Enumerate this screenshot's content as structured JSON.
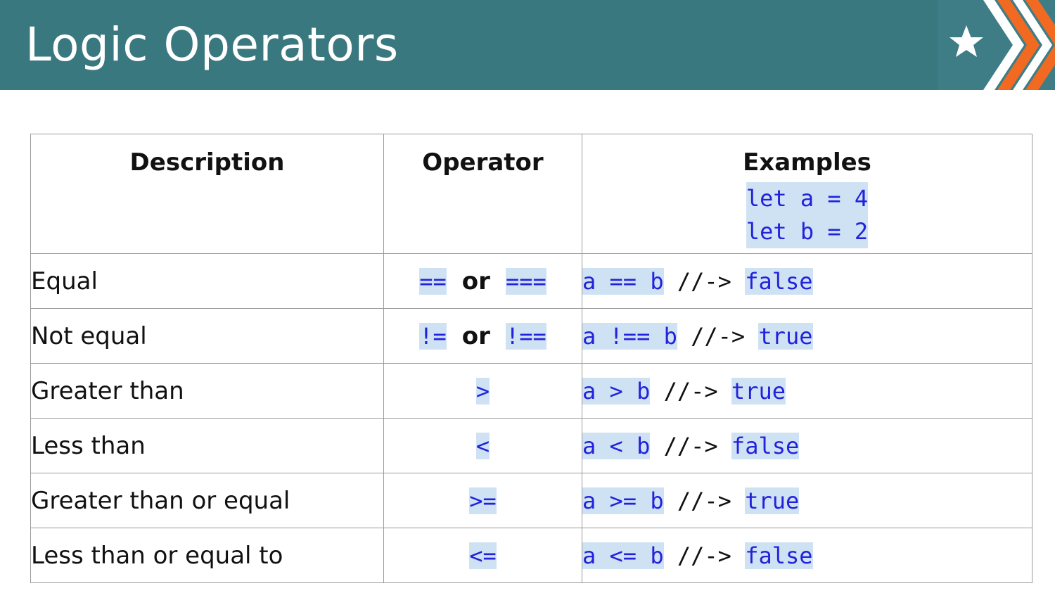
{
  "header": {
    "title": "Logic Operators",
    "logo_icon": "star-chevron-logo-icon",
    "colors": {
      "background": "#3a7880",
      "chevron": "#f26a21",
      "text": "#ffffff"
    }
  },
  "table": {
    "headers": {
      "description": "Description",
      "operator": "Operator",
      "examples": "Examples",
      "example_setup": [
        "let a = 4",
        "let b = 2"
      ]
    },
    "rows": [
      {
        "description": "Equal",
        "operator_a": "==",
        "operator_or": "or",
        "operator_b": "===",
        "example_expr": "a == b",
        "example_comment": "//->",
        "example_result": "false"
      },
      {
        "description": "Not equal",
        "operator_a": "!=",
        "operator_or": "or",
        "operator_b": "!==",
        "example_expr": "a !== b",
        "example_comment": "//->",
        "example_result": "true"
      },
      {
        "description": "Greater than",
        "operator_a": ">",
        "example_expr": "a > b",
        "example_comment": "//->",
        "example_result": "true"
      },
      {
        "description": "Less than",
        "operator_a": "<",
        "example_expr": "a < b",
        "example_comment": "//->",
        "example_result": "false"
      },
      {
        "description": "Greater than or equal",
        "operator_a": ">=",
        "example_expr": "a >= b",
        "example_comment": "//->",
        "example_result": "true"
      },
      {
        "description": "Less than or equal to",
        "operator_a": "<=",
        "example_expr": "a <= b",
        "example_comment": "//->",
        "example_result": "false"
      }
    ]
  },
  "colors": {
    "code_text": "#2222dd",
    "code_highlight": "#cfe2f3",
    "border": "#9a9a9a"
  }
}
